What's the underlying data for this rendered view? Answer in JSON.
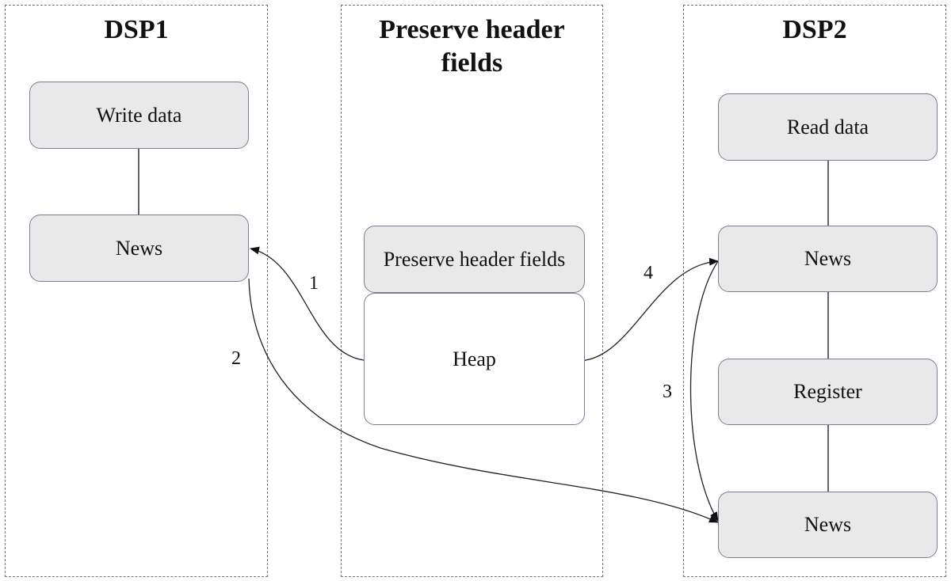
{
  "lanes": {
    "dsp1": "DSP1",
    "middle_line1": "Preserve header",
    "middle_line2": "fields",
    "dsp2": "DSP2"
  },
  "nodes": {
    "write_data": "Write data",
    "news_dsp1": "News",
    "preserve_header_fields": "Preserve header fields",
    "heap": "Heap",
    "read_data": "Read data",
    "news_dsp2_top": "News",
    "register": "Register",
    "news_dsp2_bottom": "News"
  },
  "edges": {
    "label_1": "1",
    "label_2": "2",
    "label_3": "3",
    "label_4": "4"
  }
}
